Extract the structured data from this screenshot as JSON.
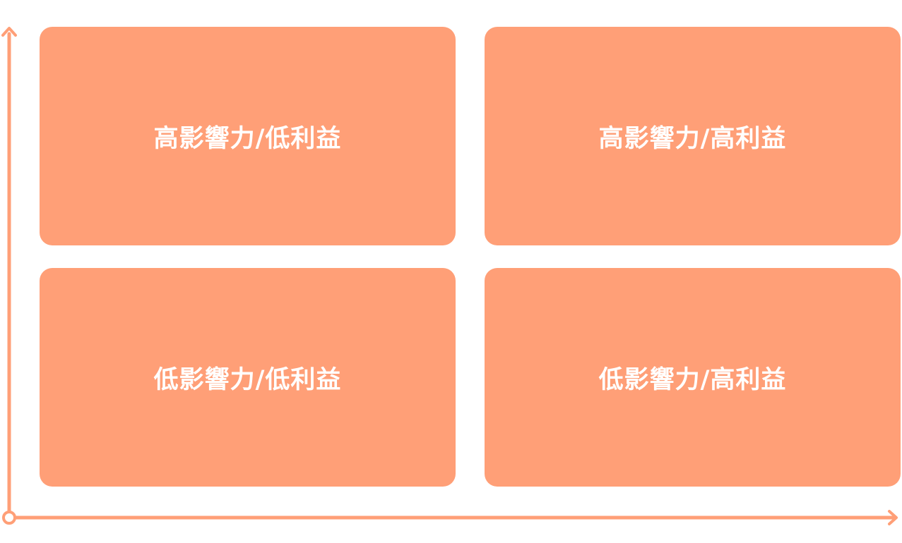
{
  "colors": {
    "quadrant_fill": "#FF9F77",
    "axis": "#FF9F77",
    "label_text": "#FFFFFF"
  },
  "quadrants": {
    "top_left": "高影響力/低利益",
    "top_right": "高影響力/高利益",
    "bottom_left": "低影響力/低利益",
    "bottom_right": "低影響力/高利益"
  }
}
